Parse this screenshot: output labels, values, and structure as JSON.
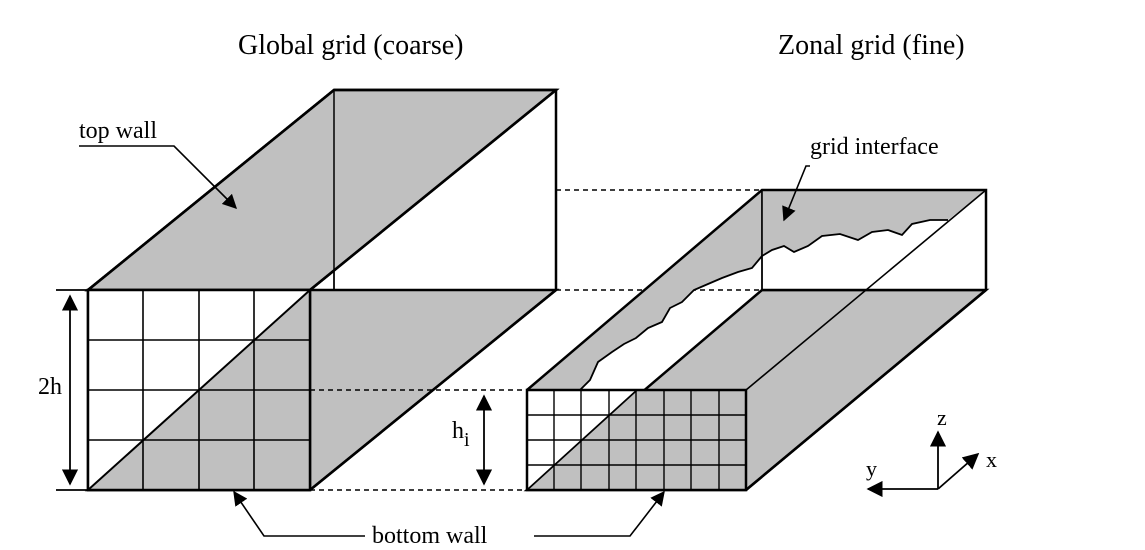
{
  "titles": {
    "global": "Global grid (coarse)",
    "zonal": "Zonal grid (fine)"
  },
  "labels": {
    "top_wall": "top wall",
    "grid_interface": "grid interface",
    "bottom_wall": "bottom wall",
    "height_2h": "2h",
    "height_hi_base": "h",
    "height_hi_sub": "i"
  },
  "axes": {
    "z": "z",
    "y": "y",
    "x": "x"
  },
  "colors": {
    "wall_fill": "#c0c0c0",
    "line": "#000000",
    "background": "#ffffff"
  }
}
